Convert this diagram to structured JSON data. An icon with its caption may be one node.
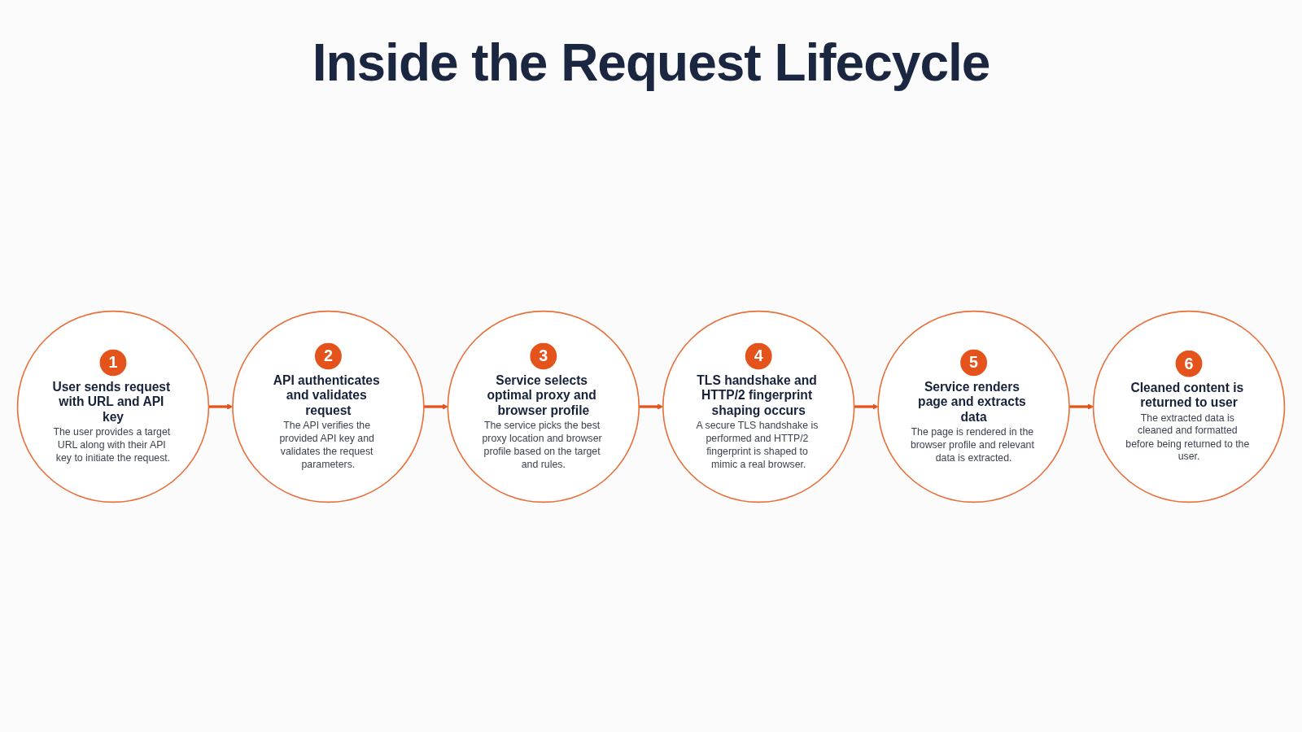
{
  "diagram": {
    "title": "Inside the Request Lifecycle",
    "nodes": [
      {
        "text": [
          "1",
          "User sends request with URL and API key",
          "The user provides a target URL along with their API key to initiate the request."
        ]
      },
      {
        "text": [
          "2",
          "API authenticates and validates request",
          "The API verifies the provided API key and validates the request parameters."
        ]
      },
      {
        "text": [
          "3",
          "Service selects optimal proxy and browser profile",
          "The service picks the best proxy location and browser profile based on the target and rules."
        ]
      },
      {
        "text": [
          "4",
          "TLS handshake and HTTP/2 fingerprint shaping occurs",
          "A secure TLS handshake is performed and HTTP/2 fingerprint is shaped to mimic a real browser."
        ]
      },
      {
        "text": [
          "5",
          "Service renders page and extracts data",
          "The page is rendered in the browser profile and relevant data is extracted."
        ]
      },
      {
        "text": [
          "6",
          "Cleaned content is returned to user",
          "The extracted data is cleaned and formatted before being returned to the user."
        ]
      }
    ],
    "edges": [
      {
        "from": 0,
        "to": 1,
        "arrow": "to"
      },
      {
        "from": 1,
        "to": 2,
        "arrow": "to"
      },
      {
        "from": 2,
        "to": 3,
        "arrow": "to"
      },
      {
        "from": 3,
        "to": 4,
        "arrow": "to"
      },
      {
        "from": 4,
        "to": 5,
        "arrow": "to"
      }
    ]
  }
}
